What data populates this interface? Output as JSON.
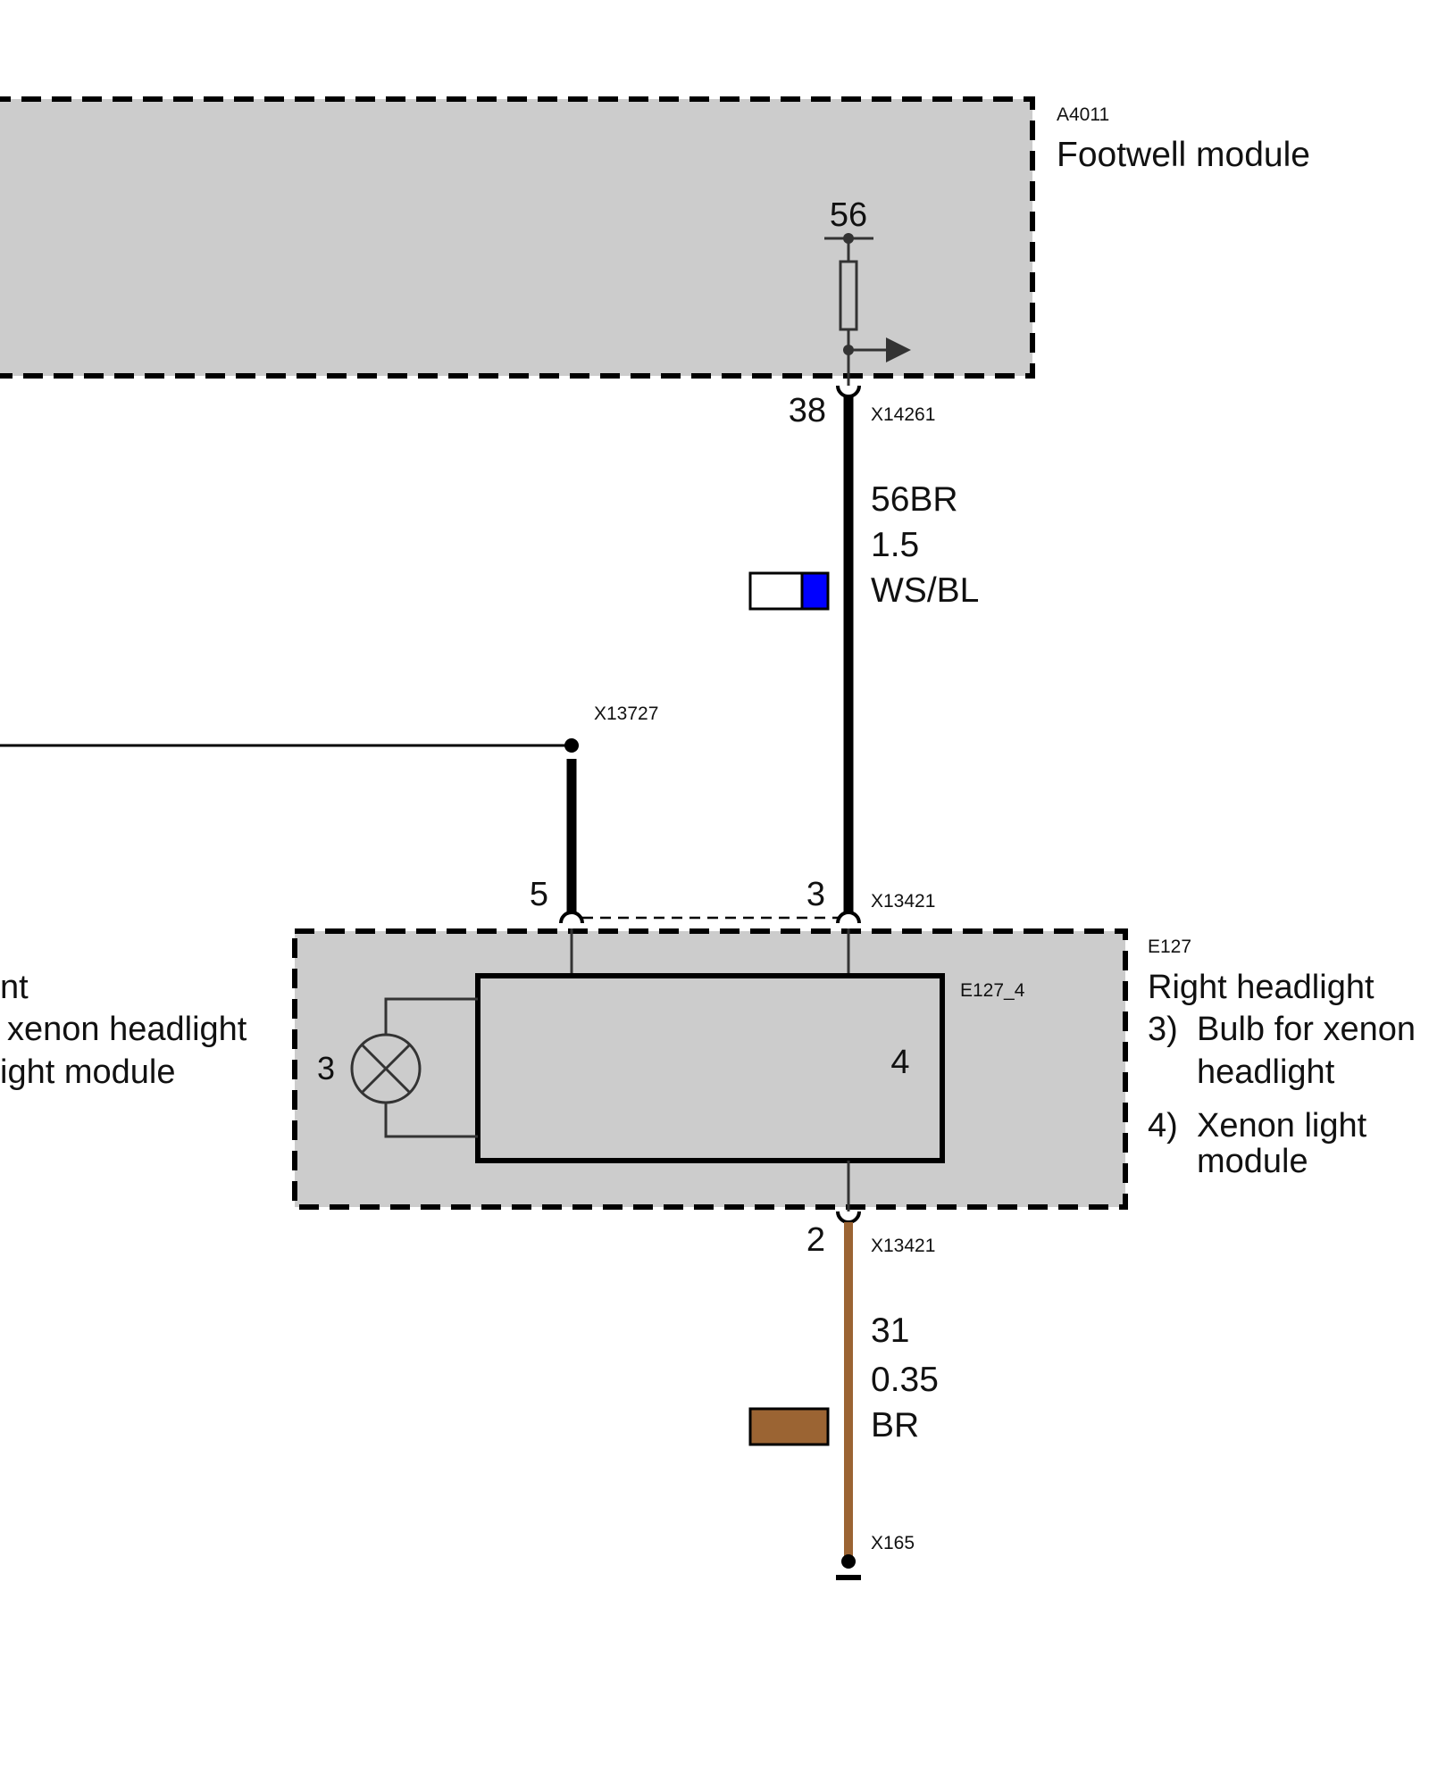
{
  "footwell_module": {
    "code": "A4011",
    "name": "Footwell module",
    "pin_internal": "56",
    "pin_connector": "38",
    "connector": "X14261"
  },
  "wire_top": {
    "id": "56BR",
    "gauge": "1.5",
    "color_code": "WS/BL",
    "swatch_colors": [
      "#ffffff",
      "#0000ff"
    ],
    "line_color": "#000000"
  },
  "splice": {
    "code": "X13727"
  },
  "headlight_connector": {
    "code": "X13421",
    "pin_left": "5",
    "pin_right": "3",
    "pin_bottom": "2",
    "code_bottom": "X13421"
  },
  "right_headlight": {
    "code": "E127",
    "name": "Right headlight",
    "inner_code": "E127_4",
    "bulb_number": "3",
    "module_number": "4",
    "legend": [
      {
        "num": "3)",
        "lines": [
          "Bulb for xenon",
          "headlight"
        ]
      },
      {
        "num": "4)",
        "lines": [
          "Xenon light",
          "module"
        ]
      }
    ]
  },
  "left_cut_text": {
    "line1": "nt",
    "line2": "xenon headlight",
    "line3": "ight module"
  },
  "wire_bottom": {
    "id": "31",
    "gauge": "0.35",
    "color_code": "BR",
    "swatch_color": "#9b6433",
    "line_color": "#9b6433"
  },
  "ground": {
    "code": "X165"
  },
  "colors": {
    "module_fill": "#cccccc",
    "line": "#000000",
    "thin_line": "#333333"
  }
}
